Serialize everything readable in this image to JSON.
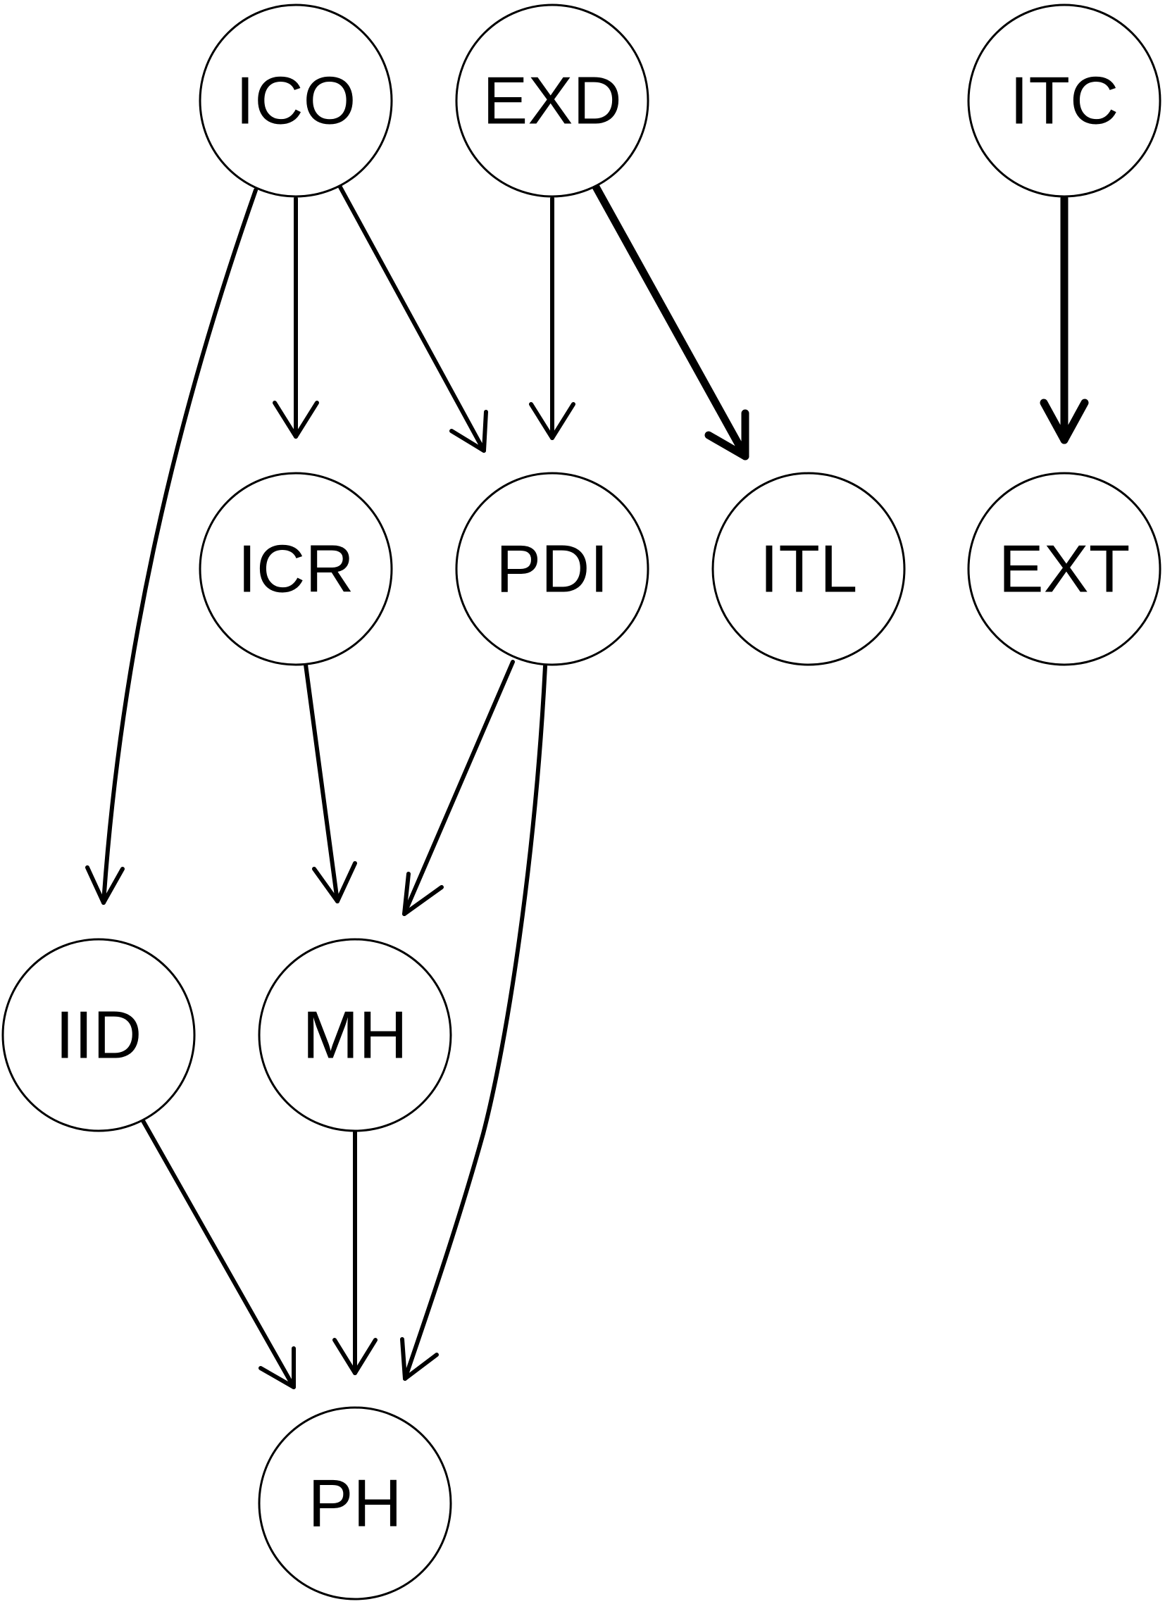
{
  "diagram": {
    "nodes": [
      {
        "id": "ICO",
        "label": "ICO"
      },
      {
        "id": "EXD",
        "label": "EXD"
      },
      {
        "id": "ITC",
        "label": "ITC"
      },
      {
        "id": "ICR",
        "label": "ICR"
      },
      {
        "id": "PDI",
        "label": "PDI"
      },
      {
        "id": "ITL",
        "label": "ITL"
      },
      {
        "id": "EXT",
        "label": "EXT"
      },
      {
        "id": "IID",
        "label": "IID"
      },
      {
        "id": "MH",
        "label": "MH"
      },
      {
        "id": "PH",
        "label": "PH"
      }
    ],
    "edges": [
      {
        "from": "ICO",
        "to": "ICR",
        "weight": "normal"
      },
      {
        "from": "ICO",
        "to": "PDI",
        "weight": "normal"
      },
      {
        "from": "ICO",
        "to": "IID",
        "weight": "normal"
      },
      {
        "from": "EXD",
        "to": "PDI",
        "weight": "normal"
      },
      {
        "from": "EXD",
        "to": "ITL",
        "weight": "strong"
      },
      {
        "from": "ITC",
        "to": "EXT",
        "weight": "strong"
      },
      {
        "from": "ICR",
        "to": "MH",
        "weight": "normal"
      },
      {
        "from": "PDI",
        "to": "MH",
        "weight": "normal"
      },
      {
        "from": "PDI",
        "to": "PH",
        "weight": "normal"
      },
      {
        "from": "IID",
        "to": "PH",
        "weight": "normal"
      },
      {
        "from": "MH",
        "to": "PH",
        "weight": "normal"
      }
    ]
  }
}
